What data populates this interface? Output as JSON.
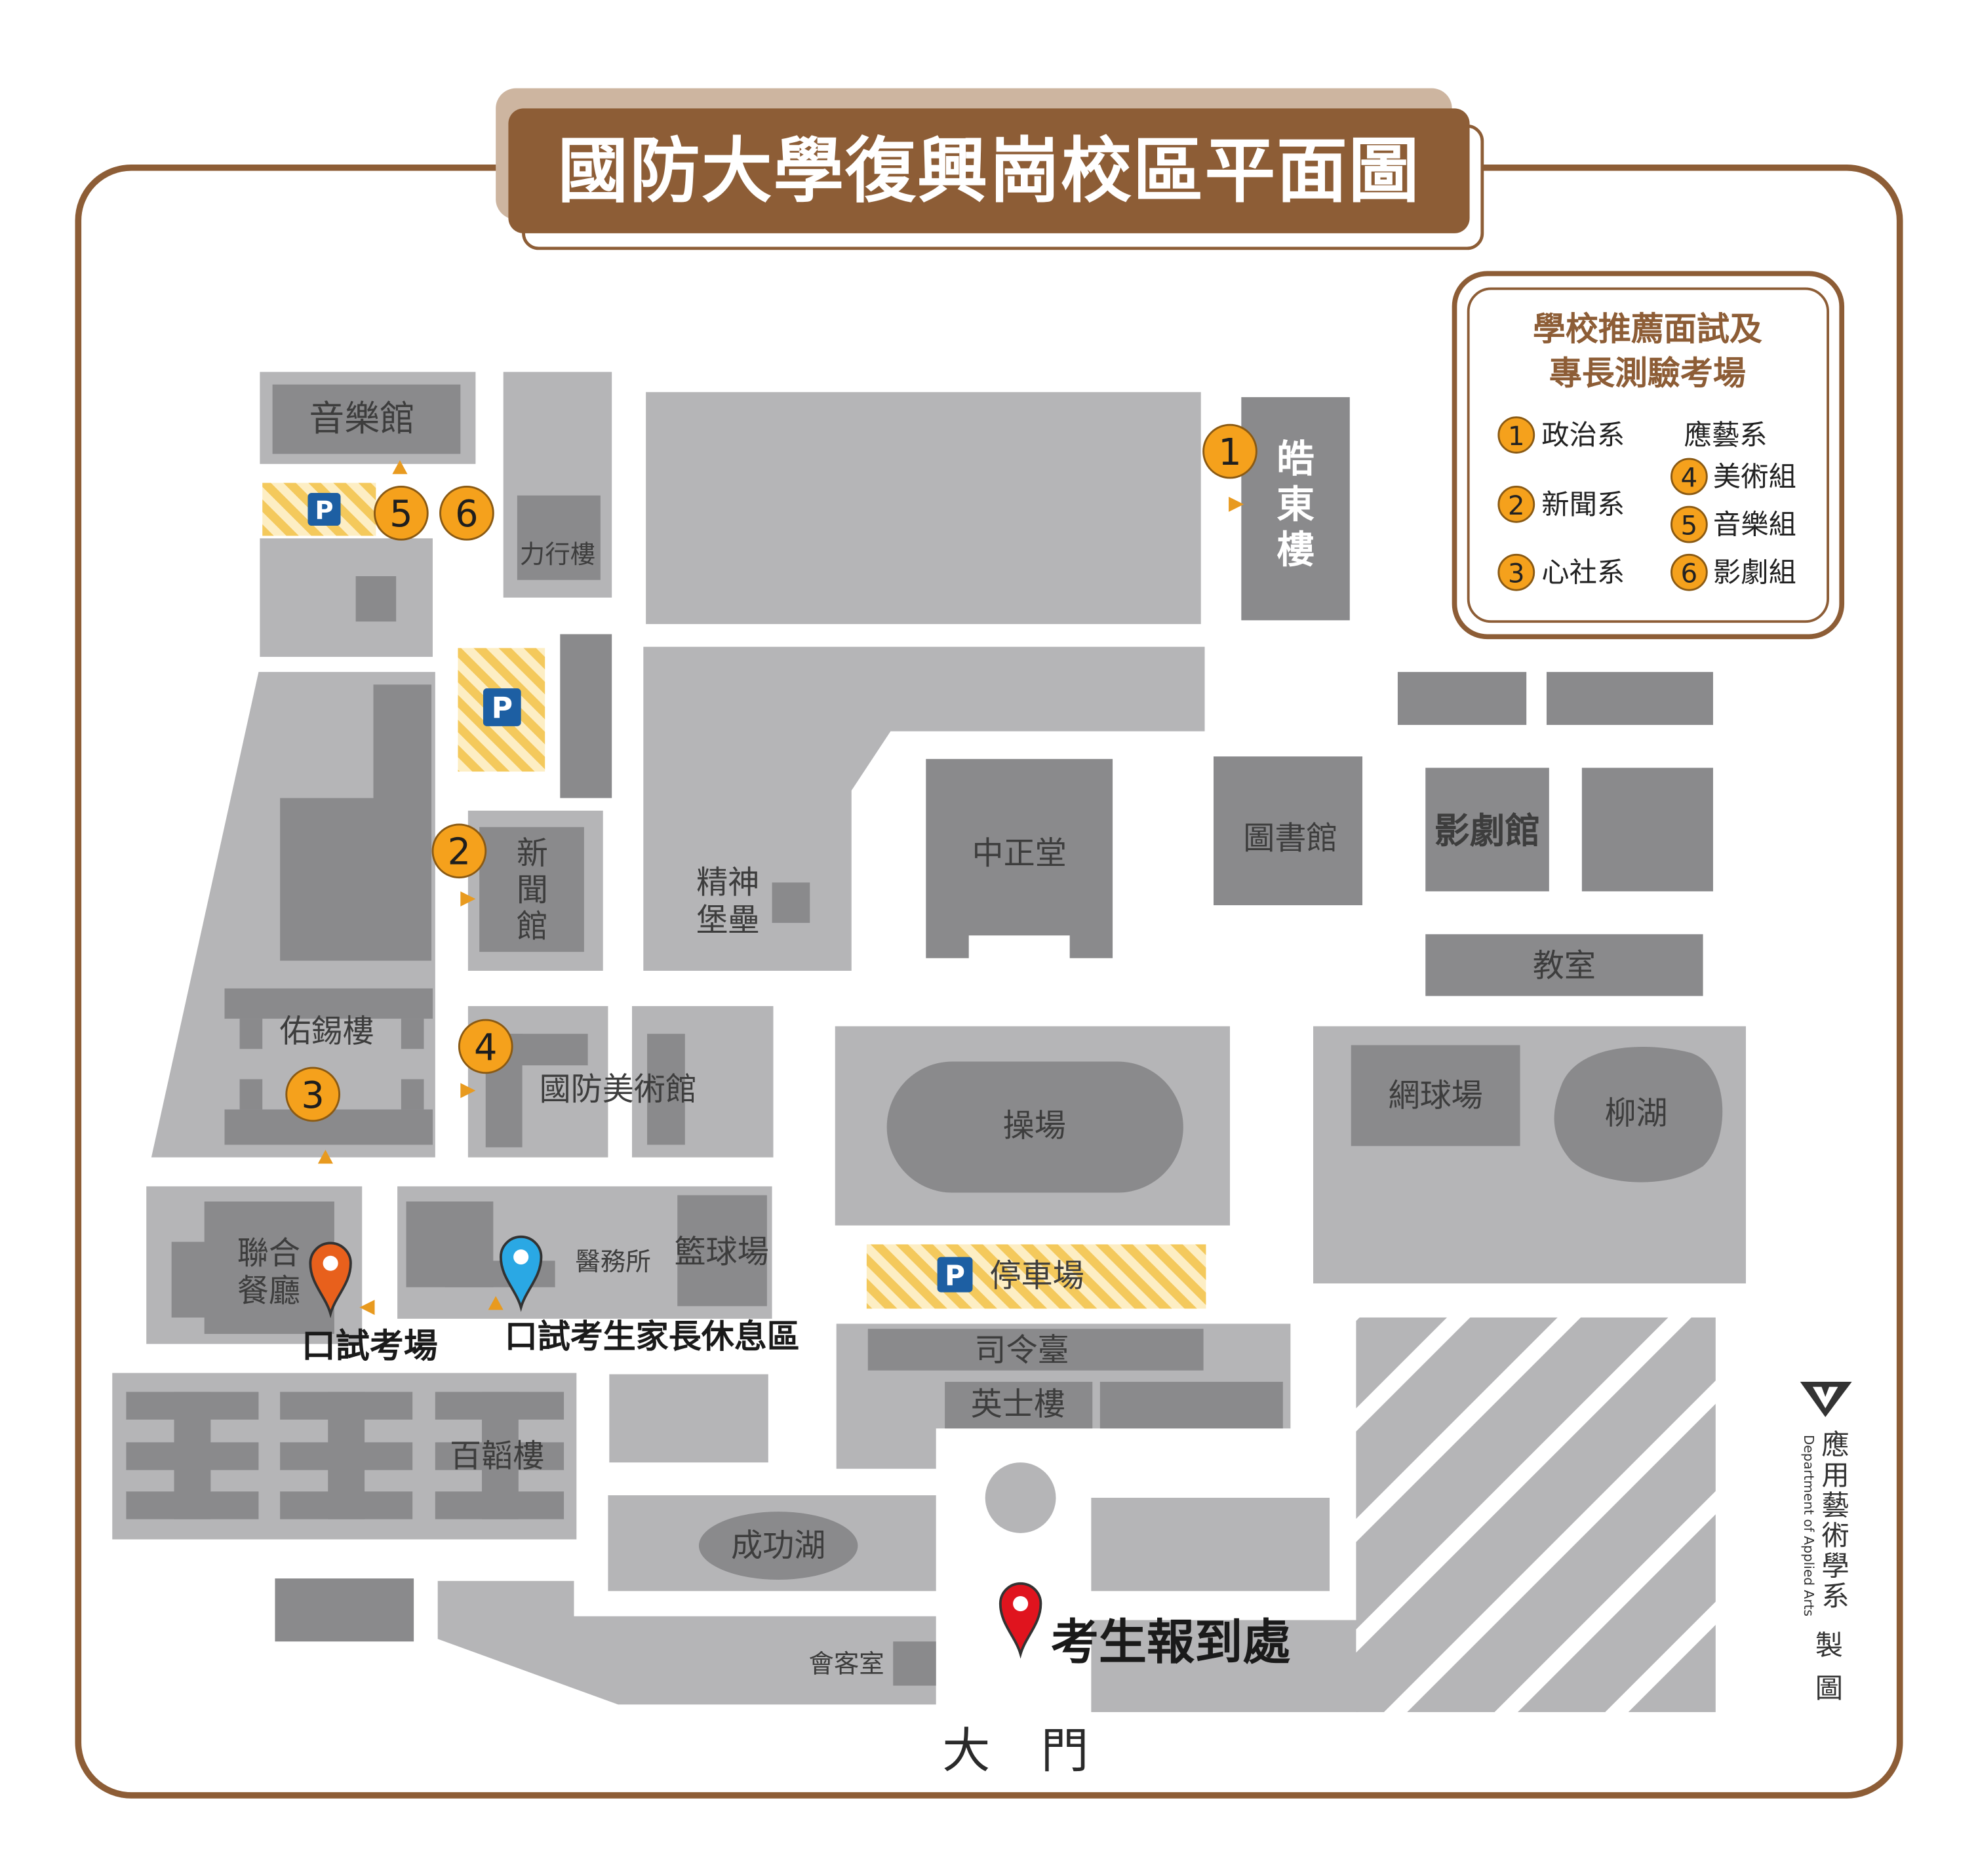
{
  "title": "國防大學復興崗校區平面圖",
  "legend": {
    "title_lines": [
      "學校推薦面試及",
      "專長測驗考場"
    ],
    "group_header": "應藝系",
    "items": [
      {
        "number": "1",
        "label": "政治系"
      },
      {
        "number": "2",
        "label": "新聞系"
      },
      {
        "number": "3",
        "label": "心社系"
      },
      {
        "number": "4",
        "label": "美術組"
      },
      {
        "number": "5",
        "label": "音樂組"
      },
      {
        "number": "6",
        "label": "影劇組"
      }
    ]
  },
  "buildings": {
    "music_hall": "音樂館",
    "lixing_building": "力行樓",
    "haodong_building": [
      "皓",
      "東",
      "樓"
    ],
    "journalism_hall": [
      "新",
      "聞",
      "館"
    ],
    "spirit_fortress": [
      "精神",
      "堡壘"
    ],
    "zhongzheng_hall": "中正堂",
    "library": "圖書館",
    "drama_hall": "影劇館",
    "classroom": "教室",
    "youxi_building": "佑錫樓",
    "art_museum": "國防美術館",
    "playground": "操場",
    "tennis_court": "網球場",
    "willow_lake": "柳湖",
    "dining_hall": [
      "聯合",
      "餐廳"
    ],
    "clinic": "醫務所",
    "basketball_court": "籃球場",
    "parking_lot": "停車場",
    "reviewing_stand": "司令臺",
    "yingshi_building": "英士樓",
    "baitao_building": "百韜樓",
    "chenggong_lake": "成功湖",
    "reception_room": "會客室"
  },
  "exam_markers": [
    "1",
    "2",
    "3",
    "4",
    "5",
    "6"
  ],
  "parking_icon_label": "P",
  "locations": {
    "check_in": "考生報到處",
    "oral_exam_room": "口試考場",
    "parent_rest_area": "口試考生家長休息區",
    "main_gate": "大 門"
  },
  "credit": {
    "dept_zh": [
      "應",
      "用",
      "藝",
      "術",
      "學",
      "系"
    ],
    "dept_en": "Department of Applied Arts",
    "made_by": [
      "製",
      "圖"
    ]
  },
  "icons": {
    "parking": "parking-icon",
    "oral_exam_pin": "map-pin-icon",
    "rest_area_pin": "map-pin-icon",
    "check_in_pin": "map-pin-icon",
    "entrance": "entrance-arrow-icon",
    "logo": "department-logo-icon"
  },
  "colors": {
    "brown": "#8d5d36",
    "tan": "#cdb5a0",
    "block_gray": "#b5b5b7",
    "building_gray": "#8a8a8c",
    "marker_orange": "#f5a11c",
    "parking_yellow": "#f4c95c",
    "parking_blue": "#1d5fa3",
    "pin_orange": "#e8601c",
    "pin_blue": "#2aa8e4",
    "pin_red": "#e0141e"
  }
}
